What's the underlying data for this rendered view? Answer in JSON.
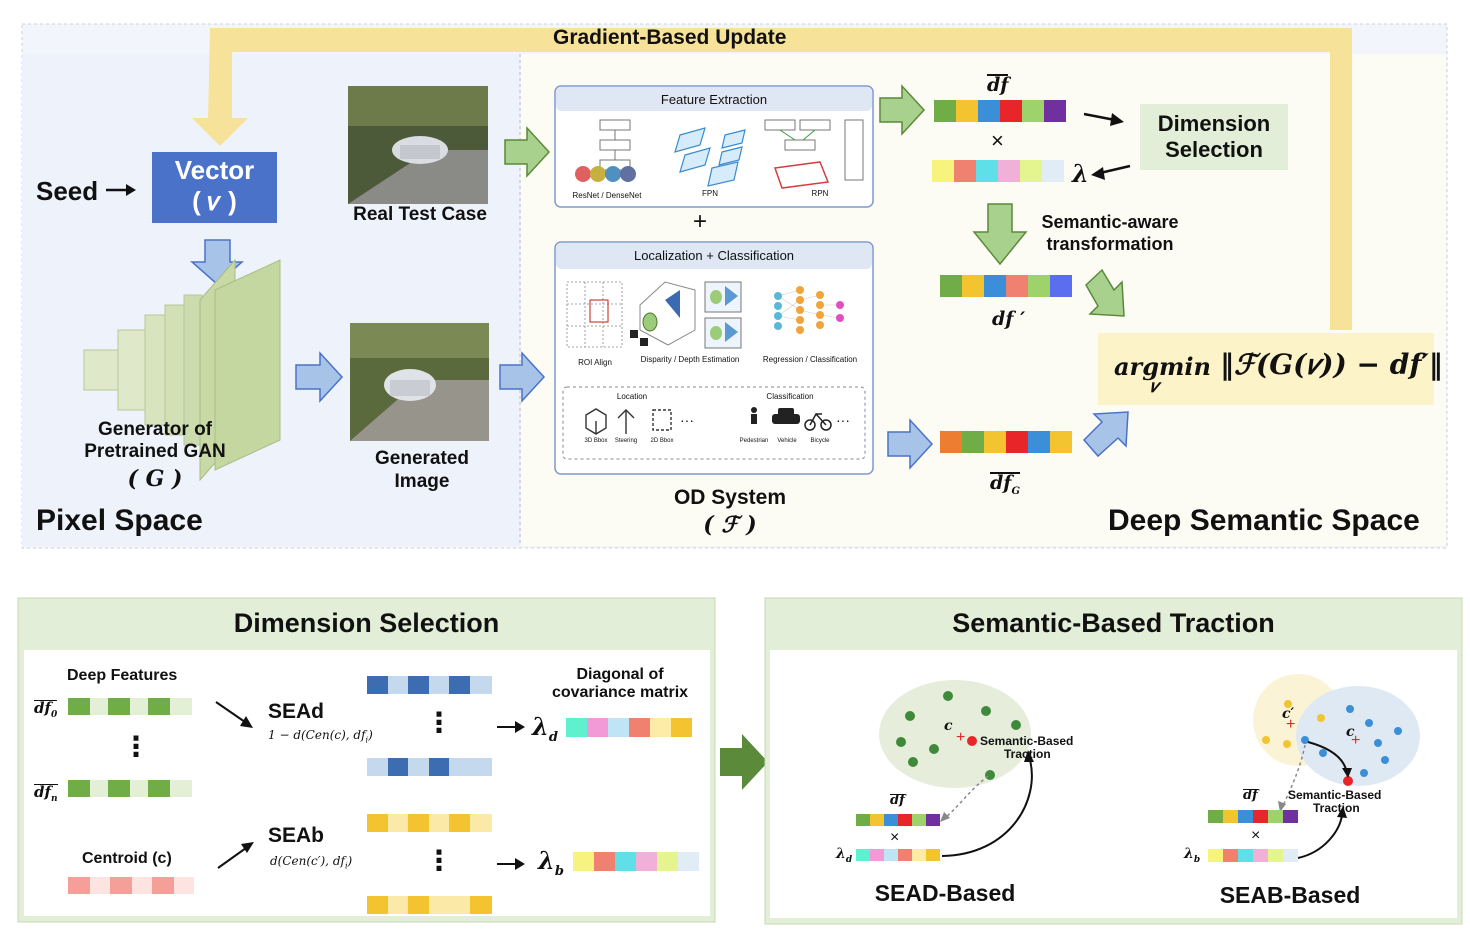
{
  "top": {
    "gradient_update": "Gradient-Based Update",
    "seed": "Seed",
    "vector_title": "Vector",
    "vector_symbol": "( 𝜈 )",
    "real_test_case": "Real Test Case",
    "generator_line1": "Generator of",
    "generator_line2": "Pretrained GAN",
    "generator_symbol": "( G )",
    "generated_line1": "Generated",
    "generated_line2": "Image",
    "pixel_space": "Pixel Space",
    "deep_semantic_space": "Deep Semantic Space",
    "od_system": "OD System",
    "od_symbol": "( ℱ )",
    "feature_extraction": {
      "title": "Feature Extraction",
      "labels": [
        "ResNet / DenseNet",
        "FPN",
        "RPN"
      ]
    },
    "plus": "+",
    "localization": {
      "title": "Localization + Classification",
      "labels": [
        "ROI Align",
        "Disparity / Depth Estimation",
        "Regression / Classification"
      ],
      "location_header": "Location",
      "classification_header": "Classification",
      "location_items": [
        "3D Bbox",
        "Steering",
        "2D Bbox"
      ],
      "class_items": [
        "Pedestrian",
        "Vehicle",
        "Bicycle"
      ],
      "ellipsis": "···"
    },
    "df_label": "df",
    "df_prime_label": "df ′",
    "df_g_label": "df",
    "df_g_sub": "G",
    "times": "×",
    "lambda": "λ",
    "dimension_selection_line1": "Dimension",
    "dimension_selection_line2": "Selection",
    "semantic_aware_line1": "Semantic-aware",
    "semantic_aware_line2": "transformation",
    "argmin": "argmin",
    "argmin_sub": "𝜈",
    "formula_body": "‖ℱ(G(𝜈)) − df′‖"
  },
  "bottom_left": {
    "title": "Dimension Selection",
    "deep_features": "Deep Features",
    "df0": "df",
    "df0_sub": "0",
    "dfn": "df",
    "dfn_sub": "n",
    "centroid": "Centroid (c)",
    "sead": "SEAd",
    "sead_formula": "1 − d(Cen(c), df",
    "sead_formula_sub": "i",
    "seab": "SEAb",
    "seab_formula": "d(Cen(c′), df",
    "seab_formula_sub": "i",
    "diagonal_line1": "Diagonal of",
    "diagonal_line2": "covariance matrix",
    "lambda_d": "λ",
    "lambda_d_sub": "d",
    "lambda_b": "λ",
    "lambda_b_sub": "b",
    "vdots": "⋮"
  },
  "bottom_right": {
    "title": "Semantic-Based Traction",
    "c_label": "c",
    "c_prime_label": "c′",
    "traction_line1": "Semantic-Based",
    "traction_line2": "Traction",
    "df": "df",
    "times": "×",
    "lambda_d": "λ",
    "lambda_d_sub": "d",
    "lambda_b": "λ",
    "lambda_b_sub": "b",
    "sead_based": "SEAD-Based",
    "seab_based": "SEAB-Based"
  },
  "colors": {
    "yellow_band": "#f7e29a",
    "vector_blue": "#4a72c8",
    "green_panel": "#e3eed8",
    "blue_arrow": "#a8c3e8",
    "green_arrow": "#a9d18e",
    "dark_green_arrow": "#5a8a3a"
  }
}
